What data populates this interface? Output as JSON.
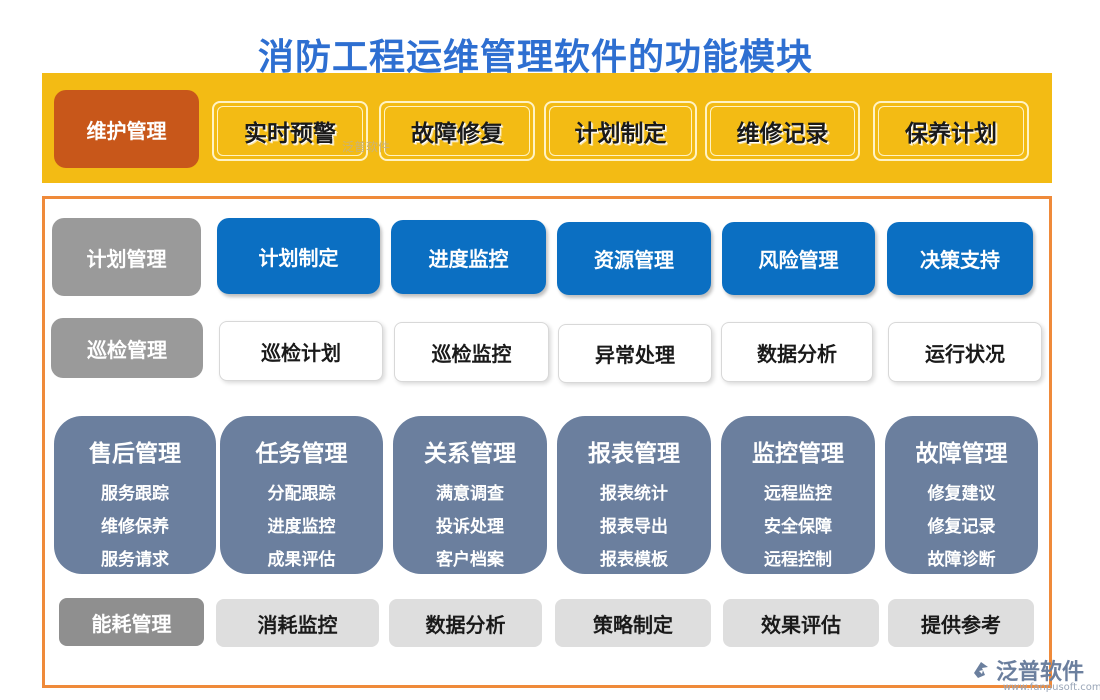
{
  "title": "消防工程运维管理软件的功能模块",
  "maintenance": {
    "label": "维护管理",
    "items": [
      "实时预警",
      "故障修复",
      "计划制定",
      "维修记录",
      "保养计划"
    ]
  },
  "planning": {
    "label": "计划管理",
    "items": [
      "计划制定",
      "进度监控",
      "资源管理",
      "风险管理",
      "决策支持"
    ]
  },
  "inspection": {
    "label": "巡检管理",
    "items": [
      "巡检计划",
      "巡检监控",
      "异常处理",
      "数据分析",
      "运行状况"
    ]
  },
  "cards": [
    {
      "title": "售后管理",
      "items": [
        "服务跟踪",
        "维修保养",
        "服务请求"
      ]
    },
    {
      "title": "任务管理",
      "items": [
        "分配跟踪",
        "进度监控",
        "成果评估"
      ]
    },
    {
      "title": "关系管理",
      "items": [
        "满意调查",
        "投诉处理",
        "客户档案"
      ]
    },
    {
      "title": "报表管理",
      "items": [
        "报表统计",
        "报表导出",
        "报表模板"
      ]
    },
    {
      "title": "监控管理",
      "items": [
        "远程监控",
        "安全保障",
        "远程控制"
      ]
    },
    {
      "title": "故障管理",
      "items": [
        "修复建议",
        "修复记录",
        "故障诊断"
      ]
    }
  ],
  "energy": {
    "label": "能耗管理",
    "items": [
      "消耗监控",
      "数据分析",
      "策略制定",
      "效果评估",
      "提供参考"
    ]
  },
  "watermark": "泛普软件",
  "logo": {
    "name": "泛普软件",
    "url": "www.fanpusoft.com",
    "icon": "fanpu-logo-icon"
  },
  "colors": {
    "title": "#2e6fd1",
    "band": "#f3bb14",
    "accent": "#c8571a",
    "blue": "#0b6fc2",
    "card": "#6b7f9e",
    "frame": "#ef8a3a"
  }
}
